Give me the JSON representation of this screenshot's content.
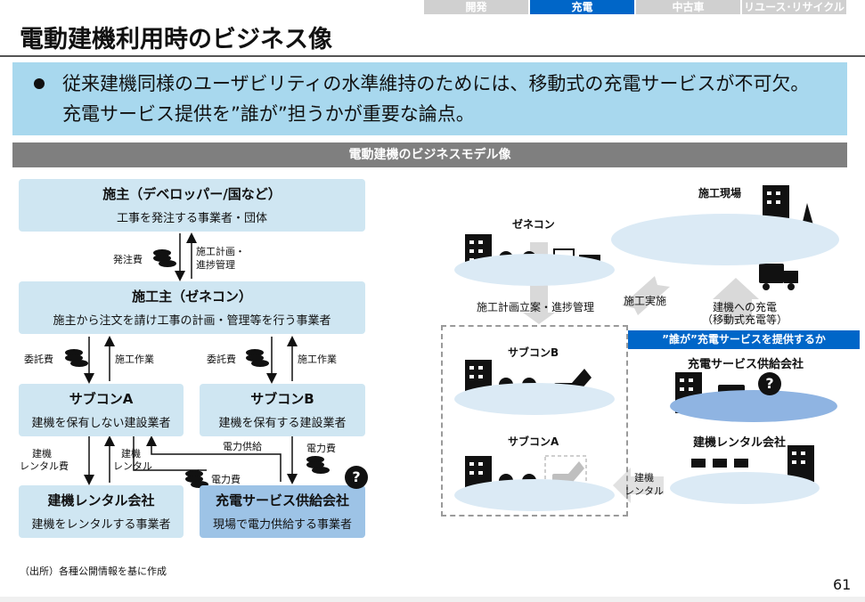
{
  "tabs": [
    {
      "label": "開発",
      "active": false
    },
    {
      "label": "充電",
      "active": true
    },
    {
      "label": "中古車",
      "active": false
    },
    {
      "label": "リユース･リサイクル",
      "active": false
    }
  ],
  "title": "電動建機利用時のビジネス像",
  "summary": {
    "line1": "従来建機同様のユーザビリティの水準維持のためには、移動式の充電サービスが不可欠。",
    "line2": "充電サービス提供を”誰が”担うかが重要な論点。"
  },
  "section_title": "電動建機のビジネスモデル像",
  "left": {
    "owner": {
      "title": "施主（デベロッパー/国など）",
      "desc": "工事を発注する事業者・団体"
    },
    "contractor": {
      "title": "施工主（ゼネコン）",
      "desc": "施主から注文を請け工事の計画・管理等を行う事業者"
    },
    "subA": {
      "title": "サブコンA",
      "desc": "建機を保有しない建設業者"
    },
    "subB": {
      "title": "サブコンB",
      "desc": "建機を保有する建設業者"
    },
    "rental": {
      "title": "建機レンタル会社",
      "desc": "建機をレンタルする事業者"
    },
    "charging": {
      "title": "充電サービス供給会社",
      "desc": "現場で電力供給する事業者"
    },
    "labels": {
      "order_fee": "発注費",
      "plan_mgmt_1": "施工計画・",
      "plan_mgmt_2": "進捗管理",
      "commission_a": "委託費",
      "work_a": "施工作業",
      "commission_b": "委託費",
      "work_b": "施工作業",
      "rental_fee_1": "建機",
      "rental_fee_2": "レンタル費",
      "rental_1": "建機",
      "rental_2": "レンタル",
      "power_supply": "電力供給",
      "power_fee_b": "電力費",
      "power_fee_a": "電力費"
    },
    "question": "?"
  },
  "right": {
    "site": "施工現場",
    "zenecon": "ゼネコン",
    "plan_label": "施工計画立案・進捗管理",
    "exec_label": "施工実施",
    "charge_label_1": "建機への充電",
    "charge_label_2": "（移動式充電等）",
    "banner": "”誰が”充電サービスを提供するか",
    "subB": "サブコンB",
    "charging_company": "充電サービス供給会社",
    "subA": "サブコンA",
    "rental_company": "建機レンタル会社",
    "rental_arrow_1": "建機",
    "rental_arrow_2": "レンタル",
    "question": "?"
  },
  "source": "（出所）各種公開情報を基に作成",
  "page_number": "61"
}
